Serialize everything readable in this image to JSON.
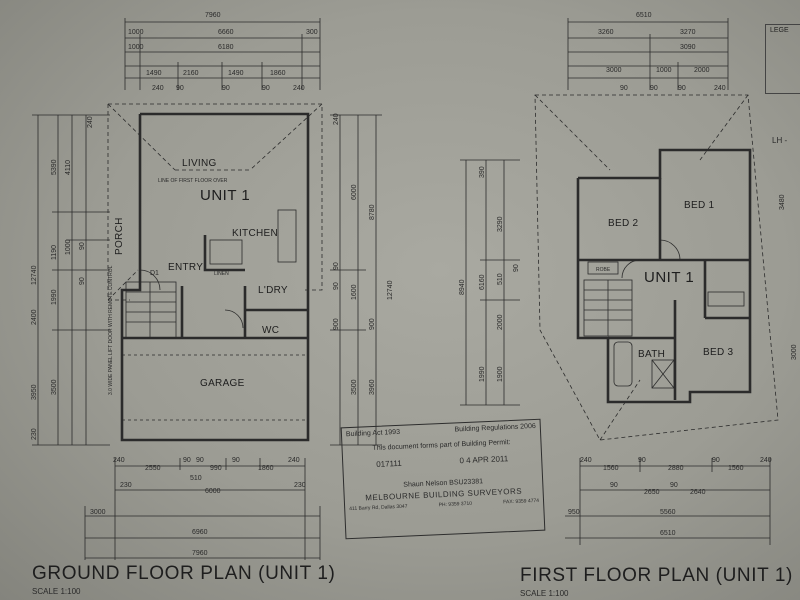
{
  "ground": {
    "title": "GROUND FLOOR PLAN (UNIT 1)",
    "scale": "SCALE 1:100",
    "rooms": {
      "living": "LIVING",
      "unit": "UNIT 1",
      "kitchen": "KITCHEN",
      "porch": "PORCH",
      "entry": "ENTRY",
      "ldry": "L'DRY",
      "wc": "WC",
      "garage": "GARAGE",
      "linen": "LINEN",
      "d1": "D1",
      "upper_note": "LINE OF FIRST FLOOR OVER",
      "door_note": "3.0 WIDE PANEL LIFT DOOR WITH REMOTE CONTROL"
    },
    "top_dims": [
      "7960",
      "6660",
      "6180",
      "1000",
      "1000",
      "300",
      "1490",
      "2160",
      "1490",
      "1860",
      "240",
      "90",
      "90",
      "90",
      "240"
    ],
    "bottom_dims": [
      "240",
      "2550",
      "90",
      "90",
      "990",
      "90",
      "1860",
      "240",
      "510",
      "230",
      "6000",
      "230",
      "3000",
      "6960",
      "7960"
    ],
    "left_dims": [
      "12740",
      "5390",
      "4110",
      "2400",
      "1190",
      "1000",
      "1990",
      "3950",
      "3500",
      "240",
      "90",
      "90",
      "230"
    ],
    "right_dims": [
      "6000",
      "8780",
      "12740",
      "1600",
      "3500",
      "3960",
      "900",
      "900",
      "90",
      "90",
      "240"
    ]
  },
  "first": {
    "title": "FIRST FLOOR PLAN (UNIT 1)",
    "scale": "SCALE 1:100",
    "rooms": {
      "bed2": "BED 2",
      "bed1": "BED 1",
      "unit": "UNIT 1",
      "bath": "BATH",
      "bed3": "BED 3",
      "robe": "ROBE"
    },
    "top_dims": [
      "6510",
      "3260",
      "3270",
      "3090",
      "3000",
      "1000",
      "2000",
      "90",
      "90",
      "90",
      "240"
    ],
    "bottom_dims": [
      "240",
      "1560",
      "90",
      "2880",
      "90",
      "1560",
      "240",
      "90",
      "2650",
      "90",
      "2640",
      "950",
      "5560",
      "6510"
    ],
    "left_dims": [
      "8940",
      "6160",
      "3290",
      "2000",
      "1990",
      "1900",
      "510",
      "390",
      "90"
    ],
    "right_dims": [
      "3480",
      "3000"
    ]
  },
  "stamp": {
    "left_header": "Building Act 1993",
    "right_header": "Building Regulations 2006",
    "line": "This document forms part of Building Permit:",
    "permit_no": "017111",
    "date": "0 4 APR 2011",
    "surveyor": "Shaun Nelson BSU23381",
    "firm": "MELBOURNE BUILDING SURVEYORS",
    "address": "411 Barry Rd, Dallas 3047",
    "phone": "PH: 9359 3710",
    "fax": "FAX: 9359 4774"
  },
  "legend": {
    "title": "LEGE"
  },
  "lh_label": "LH -"
}
